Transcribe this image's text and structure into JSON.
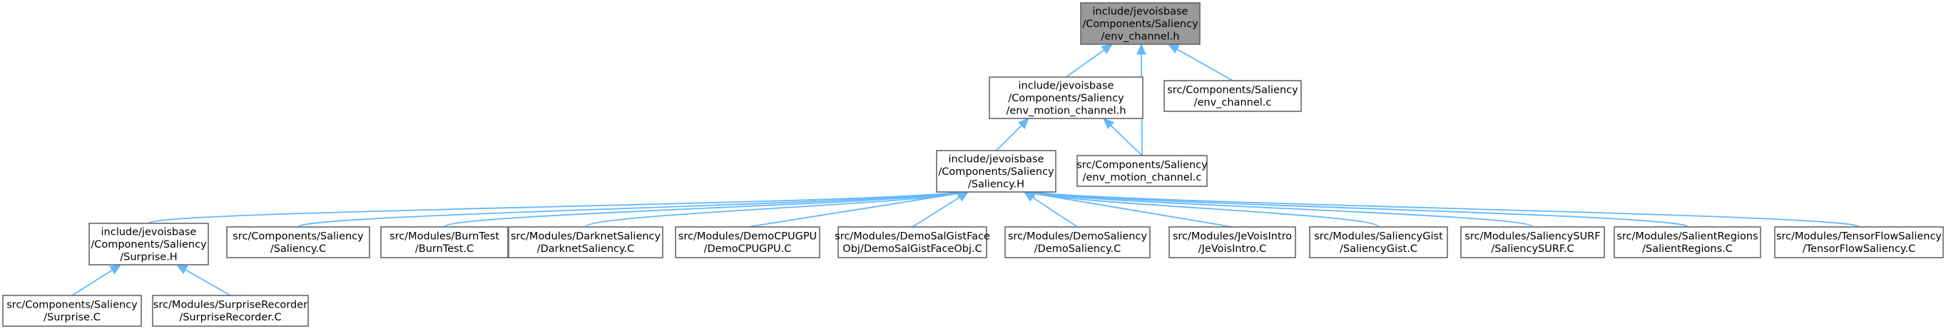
{
  "diagram": {
    "title": "",
    "edge_color": "#63b8ff",
    "node_border_color": "#666666",
    "root_fill_color": "#999999",
    "nodes": [
      {
        "id": "env_channel_h",
        "lines": [
          "include/jevoisbase",
          "/Components/Saliency",
          "/env_channel.h"
        ],
        "root": true
      },
      {
        "id": "env_motion_channel_h",
        "lines": [
          "include/jevoisbase",
          "/Components/Saliency",
          "/env_motion_channel.h"
        ]
      },
      {
        "id": "env_channel_c",
        "lines": [
          "src/Components/Saliency",
          "/env_channel.c"
        ]
      },
      {
        "id": "saliency_h",
        "lines": [
          "include/jevoisbase",
          "/Components/Saliency",
          "/Saliency.H"
        ]
      },
      {
        "id": "env_motion_channel_c",
        "lines": [
          "src/Components/Saliency",
          "/env_motion_channel.c"
        ]
      },
      {
        "id": "surprise_h",
        "lines": [
          "include/jevoisbase",
          "/Components/Saliency",
          "/Surprise.H"
        ]
      },
      {
        "id": "saliency_c",
        "lines": [
          "src/Components/Saliency",
          "/Saliency.C"
        ]
      },
      {
        "id": "burntest_c",
        "lines": [
          "src/Modules/BurnTest",
          "/BurnTest.C"
        ]
      },
      {
        "id": "darknetsaliency_c",
        "lines": [
          "src/Modules/DarknetSaliency",
          "/DarknetSaliency.C"
        ]
      },
      {
        "id": "democpugpu_c",
        "lines": [
          "src/Modules/DemoCPUGPU",
          "/DemoCPUGPU.C"
        ]
      },
      {
        "id": "demosalgistfaceobj_c",
        "lines": [
          "src/Modules/DemoSalGistFace",
          "Obj/DemoSalGistFaceObj.C"
        ]
      },
      {
        "id": "demosaliency_c",
        "lines": [
          "src/Modules/DemoSaliency",
          "/DemoSaliency.C"
        ]
      },
      {
        "id": "jevoisintro_c",
        "lines": [
          "src/Modules/JeVoisIntro",
          "/JeVoisIntro.C"
        ]
      },
      {
        "id": "saliencygist_c",
        "lines": [
          "src/Modules/SaliencyGist",
          "/SaliencyGist.C"
        ]
      },
      {
        "id": "saliencysurf_c",
        "lines": [
          "src/Modules/SaliencySURF",
          "/SaliencySURF.C"
        ]
      },
      {
        "id": "salientregions_c",
        "lines": [
          "src/Modules/SalientRegions",
          "/SalientRegions.C"
        ]
      },
      {
        "id": "tensorflowsaliency_c",
        "lines": [
          "src/Modules/TensorFlowSaliency",
          "/TensorFlowSaliency.C"
        ]
      },
      {
        "id": "surprise_c",
        "lines": [
          "src/Components/Saliency",
          "/Surprise.C"
        ]
      },
      {
        "id": "surpriserecorder_c",
        "lines": [
          "src/Modules/SurpriseRecorder",
          "/SurpriseRecorder.C"
        ]
      }
    ],
    "edges": [
      {
        "from": "env_motion_channel_h",
        "to": "env_channel_h"
      },
      {
        "from": "env_channel_c",
        "to": "env_channel_h"
      },
      {
        "from": "env_motion_channel_c",
        "to": "env_channel_h"
      },
      {
        "from": "saliency_h",
        "to": "env_motion_channel_h"
      },
      {
        "from": "env_motion_channel_c",
        "to": "env_motion_channel_h"
      },
      {
        "from": "surprise_h",
        "to": "saliency_h"
      },
      {
        "from": "saliency_c",
        "to": "saliency_h"
      },
      {
        "from": "burntest_c",
        "to": "saliency_h"
      },
      {
        "from": "darknetsaliency_c",
        "to": "saliency_h"
      },
      {
        "from": "democpugpu_c",
        "to": "saliency_h"
      },
      {
        "from": "demosalgistfaceobj_c",
        "to": "saliency_h"
      },
      {
        "from": "demosaliency_c",
        "to": "saliency_h"
      },
      {
        "from": "jevoisintro_c",
        "to": "saliency_h"
      },
      {
        "from": "saliencygist_c",
        "to": "saliency_h"
      },
      {
        "from": "saliencysurf_c",
        "to": "saliency_h"
      },
      {
        "from": "salientregions_c",
        "to": "saliency_h"
      },
      {
        "from": "tensorflowsaliency_c",
        "to": "saliency_h"
      },
      {
        "from": "surprise_c",
        "to": "surprise_h"
      },
      {
        "from": "surpriserecorder_c",
        "to": "surprise_h"
      }
    ]
  }
}
